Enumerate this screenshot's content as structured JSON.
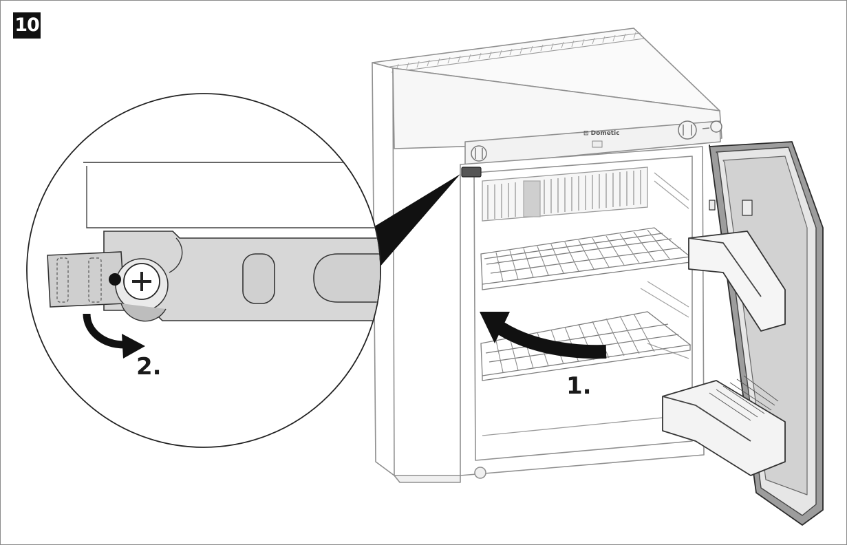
{
  "figure": {
    "number": "10",
    "brand_mark": "⊡ Dometic"
  },
  "steps": [
    {
      "label": "1.",
      "action": "close-door"
    },
    {
      "label": "2.",
      "action": "rotate-hinge-lock"
    }
  ],
  "colors": {
    "line": "#7a7a7a",
    "dark_line": "#222222",
    "fill_light": "#f4f4f4",
    "fill_mid": "#d9d9d9",
    "arrow": "#111111",
    "badge": "#111111"
  }
}
